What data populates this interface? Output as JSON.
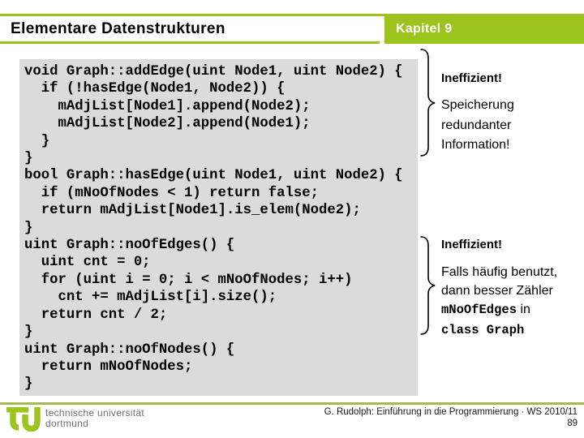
{
  "header": {
    "title": "Elementare Datenstrukturen",
    "chapter": "Kapitel 9"
  },
  "code_block": {
    "lines": [
      "void Graph::addEdge(uint Node1, uint Node2) {",
      "  if (!hasEdge(Node1, Node2)) {",
      "    mAdjList[Node1].append(Node2);",
      "    mAdjList[Node2].append(Node1);",
      "  }",
      "}",
      "bool Graph::hasEdge(uint Node1, uint Node2) {",
      "  if (mNoOfNodes < 1) return false;",
      "  return mAdjList[Node1].is_elem(Node2);",
      "}",
      "uint Graph::noOfEdges() {",
      "  uint cnt = 0;",
      "  for (uint i = 0; i < mNoOfNodes; i++)",
      "    cnt += mAdjList[i].size();",
      "  return cnt / 2;",
      "}",
      "uint Graph::noOfNodes() {",
      "  return mNoOfNodes;",
      "}"
    ]
  },
  "annotation1": {
    "heading": "Ineffizient!",
    "line1": "Speicherung",
    "line2": "redundanter",
    "line3": "Information!"
  },
  "annotation2": {
    "heading": "Ineffizient!",
    "line1": "Falls häufig benutzt,",
    "line2": "dann besser Zähler",
    "line3_code": "mNoOfEdges",
    "line3_rest": " in",
    "line4_code": "class Graph"
  },
  "footer": {
    "university_line1": "technische universität",
    "university_line2": "dortmund",
    "credit": "G. Rudolph: Einführung in die Programmierung · WS 2010/11",
    "page_number": "89"
  },
  "colors": {
    "brand_green": "#9CC41D",
    "footer_line_green": "#A4B94E",
    "code_background": "#DBDBDB",
    "footer_text_gray": "#6F6F6F"
  }
}
